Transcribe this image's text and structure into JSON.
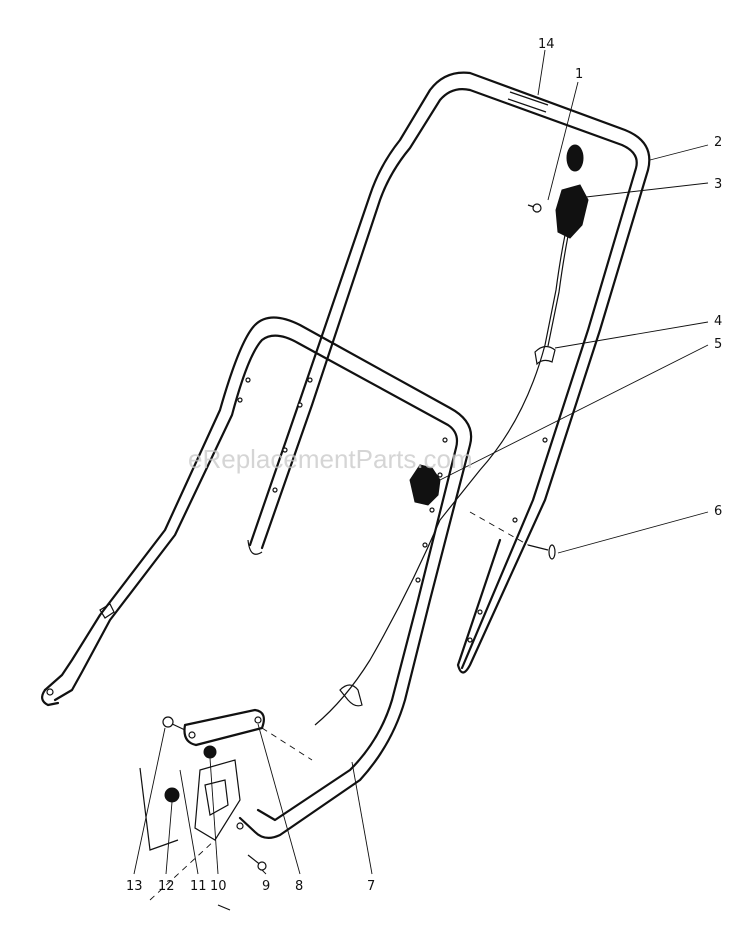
{
  "watermark": "eReplacementParts.com",
  "callouts": {
    "c1": "1",
    "c2": "2",
    "c3": "3",
    "c4": "4",
    "c5": "5",
    "c6": "6",
    "c7": "7",
    "c8": "8",
    "c9": "9",
    "c10": "10",
    "c11": "11",
    "c12": "12",
    "c13": "13",
    "c14": "14"
  },
  "colors": {
    "ink": "#111111",
    "watermark": "#c8c8c8",
    "background": "#ffffff"
  }
}
